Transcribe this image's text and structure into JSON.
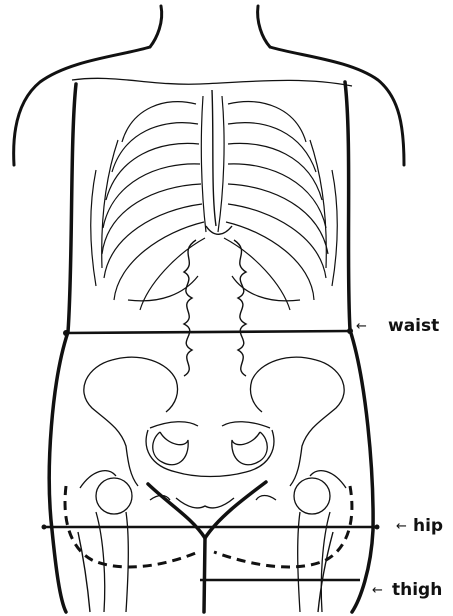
{
  "labels": {
    "waist": "waist",
    "hip": "hip",
    "thigh": "thigh"
  },
  "colors": {
    "ink": "#111111",
    "background": "#ffffff"
  },
  "icons": {
    "pointer": "left-arrow-icon"
  }
}
